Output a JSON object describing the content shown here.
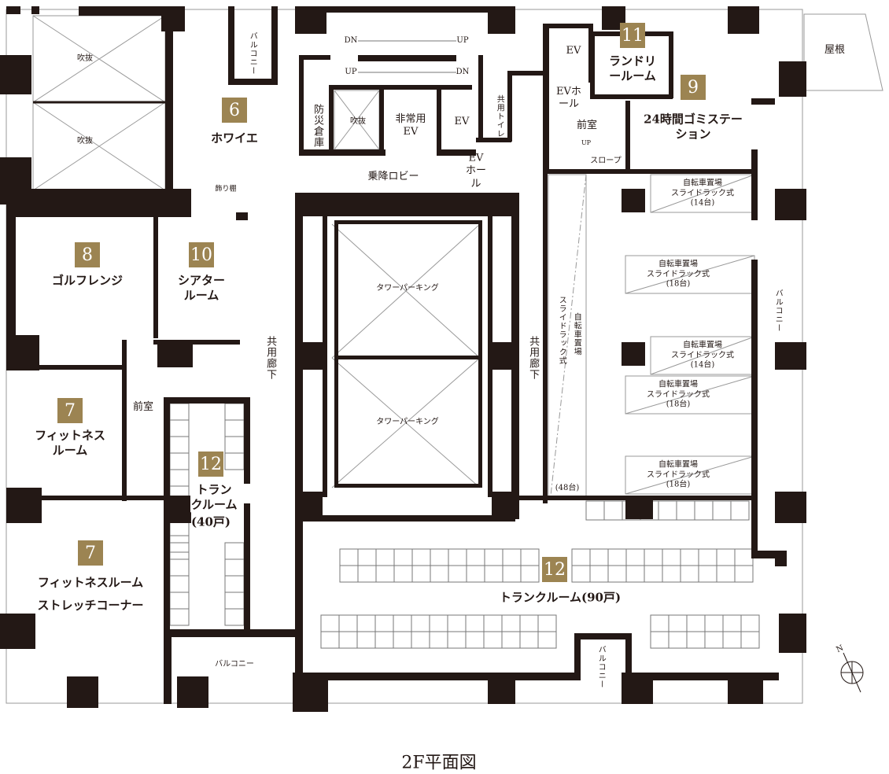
{
  "title": "2F平面図",
  "colors": {
    "badge": "#9c8452",
    "wall": "#231815"
  },
  "rooms": {
    "void_top": "吹抜",
    "void_mid": "吹抜",
    "void_center": "吹抜",
    "foyer": {
      "number": "6",
      "name": "ホワイエ"
    },
    "balcony_top": "バルコニー",
    "disaster_storage": "防災倉庫",
    "emergency_ev": "非常用EV",
    "ev_center": "EV",
    "shared_toilet": "共用トイレ",
    "boarding_lobby": "乗降ロビー",
    "ev_hall_center": "EVホール",
    "ev_right": "EV",
    "laundry": {
      "number": "11",
      "name": "ランドリールーム"
    },
    "ev_hall_right": "EVホール",
    "anteroom_right": "前室",
    "up_label": "UP",
    "slope": "スロープ",
    "garbage": {
      "number": "9",
      "name": "24時間ゴミステーション"
    },
    "roof": "屋根",
    "display_shelf": "飾り棚",
    "golf": {
      "number": "8",
      "name": "ゴルフレンジ"
    },
    "theater": {
      "number": "10",
      "name": "シアタールーム"
    },
    "corridor_left": "共用廊下",
    "anteroom_left": "前室",
    "fitness": {
      "number": "7",
      "name": "フィットネスルーム"
    },
    "trunk_40": {
      "number": "12",
      "name": "トランクルーム",
      "count": "(40戸)"
    },
    "fitness_stretch": {
      "number": "7",
      "name": "フィットネスルーム",
      "sub": "ストレッチコーナー"
    },
    "balcony_bottom": "バルコニー",
    "tower_parking_1": "タワーパーキング",
    "tower_parking_2": "タワーパーキング",
    "corridor_right": "共用廊下",
    "bike_long": {
      "name": "自転車置場",
      "type": "スライドラック式",
      "count": "(48台)"
    },
    "balcony_right": "バルコニー",
    "trunk_90": {
      "number": "12",
      "name": "トランクルーム(90戸)"
    },
    "balcony_small": "バルコニー",
    "stairs": {
      "dn1": "DN",
      "up1": "UP",
      "up2": "UP",
      "dn2": "DN"
    },
    "compass": "N"
  },
  "bike_racks": [
    {
      "name": "自転車置場",
      "type": "スライドラック式",
      "count": "(14台)"
    },
    {
      "name": "自転車置場",
      "type": "スライドラック式",
      "count": "(18台)"
    },
    {
      "name": "自転車置場",
      "type": "スライドラック式",
      "count": "(14台)"
    },
    {
      "name": "自転車置場",
      "type": "スライドラック式",
      "count": "(18台)"
    },
    {
      "name": "自転車置場",
      "type": "スライドラック式",
      "count": "(18台)"
    }
  ]
}
